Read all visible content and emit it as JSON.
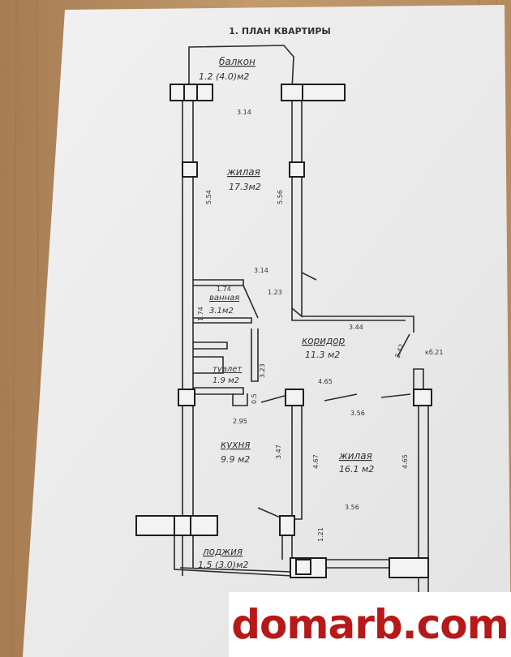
{
  "plan": {
    "title": "1. ПЛАН КВАРТИРЫ",
    "rooms": {
      "balcony": {
        "name": "балкон",
        "area": "1.2 (4.0)м2"
      },
      "living1": {
        "name": "жилая",
        "area": "17.3м2"
      },
      "bathroom": {
        "name": "ванная",
        "area": "3.1м2"
      },
      "corridor": {
        "name": "коридор",
        "area": "11.3 м2"
      },
      "toilet": {
        "name": "туалет",
        "area": "1.9 м2"
      },
      "kitchen": {
        "name": "кухня",
        "area": "9.9 м2"
      },
      "living2": {
        "name": "жилая",
        "area": "16.1 м2"
      },
      "loggia": {
        "name": "лоджия",
        "area": "1.5 (3.0)м2"
      }
    },
    "dimensions": {
      "d314a": "3.14",
      "d554": "5.54",
      "d556": "5.56",
      "d314b": "3.14",
      "d174a": "1.74",
      "d123": "1.23",
      "d174b": "1.74",
      "d344": "3.44",
      "d242": "2.42",
      "d621": "кб.21",
      "d323": "3.23",
      "d465": "4.65",
      "d05": "0.5",
      "d295": "2.95",
      "d356a": "3.56",
      "d347": "3.47",
      "d467": "4.67",
      "d465b": "4.65",
      "d356b": "3.56",
      "d121": "1.21"
    }
  },
  "watermark": {
    "text": "domarb.com"
  },
  "colors": {
    "paper": "#eeeeee",
    "wood": "#b58a5f",
    "line": "#2b2b2b",
    "brand": "#b71818"
  }
}
